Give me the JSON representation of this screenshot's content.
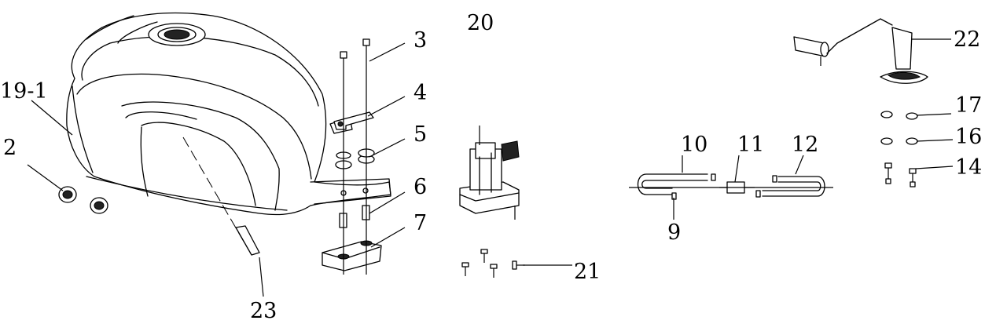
{
  "callouts": [
    {
      "id": "c19-1",
      "text": "19-1"
    },
    {
      "id": "c2",
      "text": "2"
    },
    {
      "id": "c3",
      "text": "3"
    },
    {
      "id": "c4",
      "text": "4"
    },
    {
      "id": "c5",
      "text": "5"
    },
    {
      "id": "c6",
      "text": "6"
    },
    {
      "id": "c7",
      "text": "7"
    },
    {
      "id": "c23",
      "text": "23"
    },
    {
      "id": "c20",
      "text": "20"
    },
    {
      "id": "c21",
      "text": "21"
    },
    {
      "id": "c10",
      "text": "10"
    },
    {
      "id": "c11",
      "text": "11"
    },
    {
      "id": "c12",
      "text": "12"
    },
    {
      "id": "c9",
      "text": "9"
    },
    {
      "id": "c22",
      "text": "22"
    },
    {
      "id": "c17",
      "text": "17"
    },
    {
      "id": "c16",
      "text": "16"
    },
    {
      "id": "c14",
      "text": "14"
    }
  ]
}
